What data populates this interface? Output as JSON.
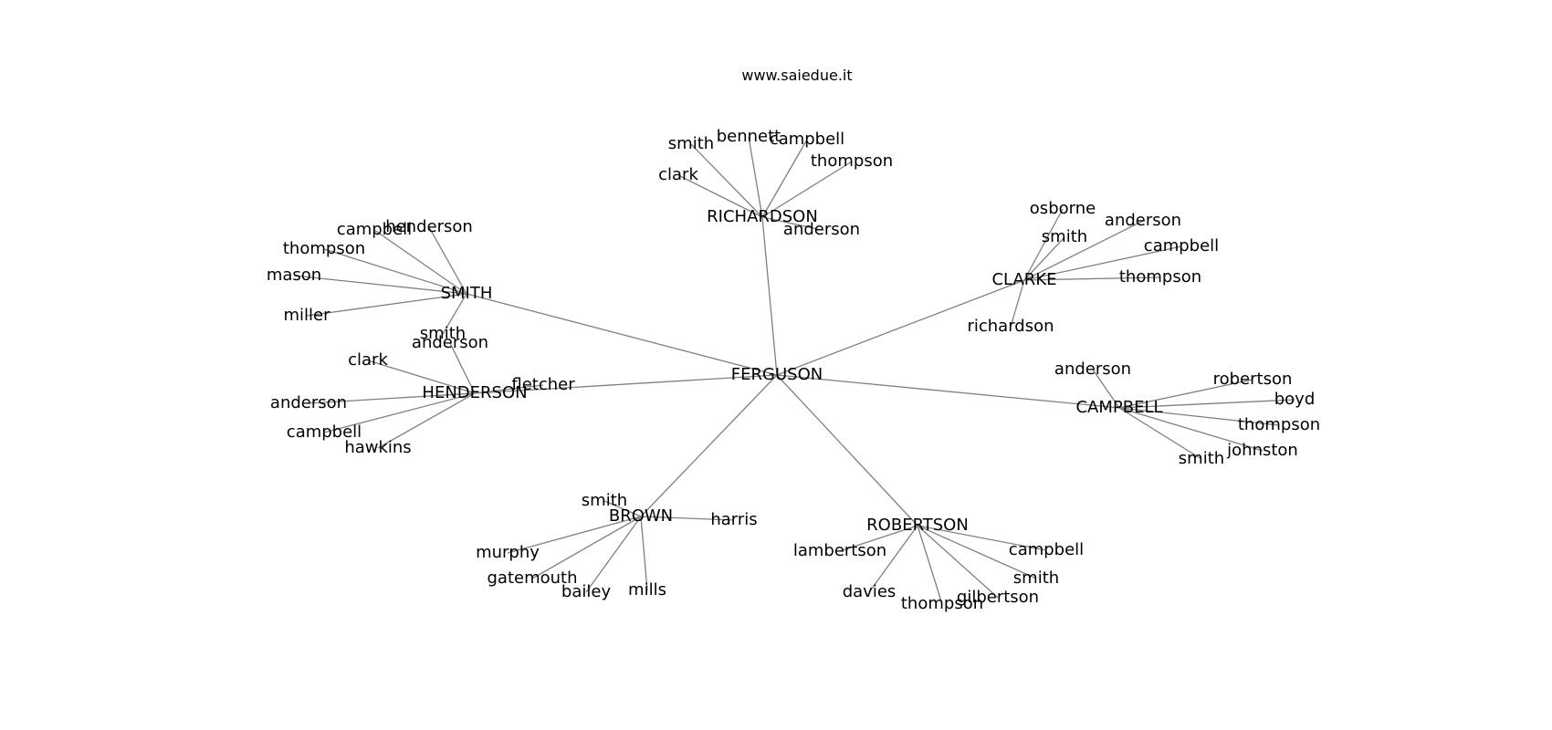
{
  "title": "www.saiedue.it",
  "colors": {
    "edge": "#808080",
    "text": "#000000",
    "background": "#ffffff"
  },
  "root": "FERGUSON",
  "groups": [
    {
      "name": "RICHARDSON",
      "children": [
        "smith",
        "bennett",
        "campbell",
        "thompson",
        "clark",
        "anderson"
      ]
    },
    {
      "name": "SMITH",
      "children": [
        "campbell",
        "henderson",
        "thompson",
        "mason",
        "miller",
        "smith"
      ]
    },
    {
      "name": "HENDERSON",
      "children": [
        "anderson",
        "clark",
        "anderson",
        "campbell",
        "hawkins",
        "fletcher"
      ]
    },
    {
      "name": "CLARKE",
      "children": [
        "osborne",
        "anderson",
        "smith",
        "campbell",
        "thompson",
        "richardson"
      ]
    },
    {
      "name": "CAMPBELL",
      "children": [
        "anderson",
        "robertson",
        "boyd",
        "thompson",
        "johnston",
        "smith"
      ]
    },
    {
      "name": "BROWN",
      "children": [
        "smith",
        "harris",
        "murphy",
        "gatemouth",
        "bailey",
        "mills"
      ]
    },
    {
      "name": "ROBERTSON",
      "children": [
        "lambertson",
        "campbell",
        "smith",
        "davies",
        "thompson",
        "gilbertson"
      ]
    }
  ]
}
